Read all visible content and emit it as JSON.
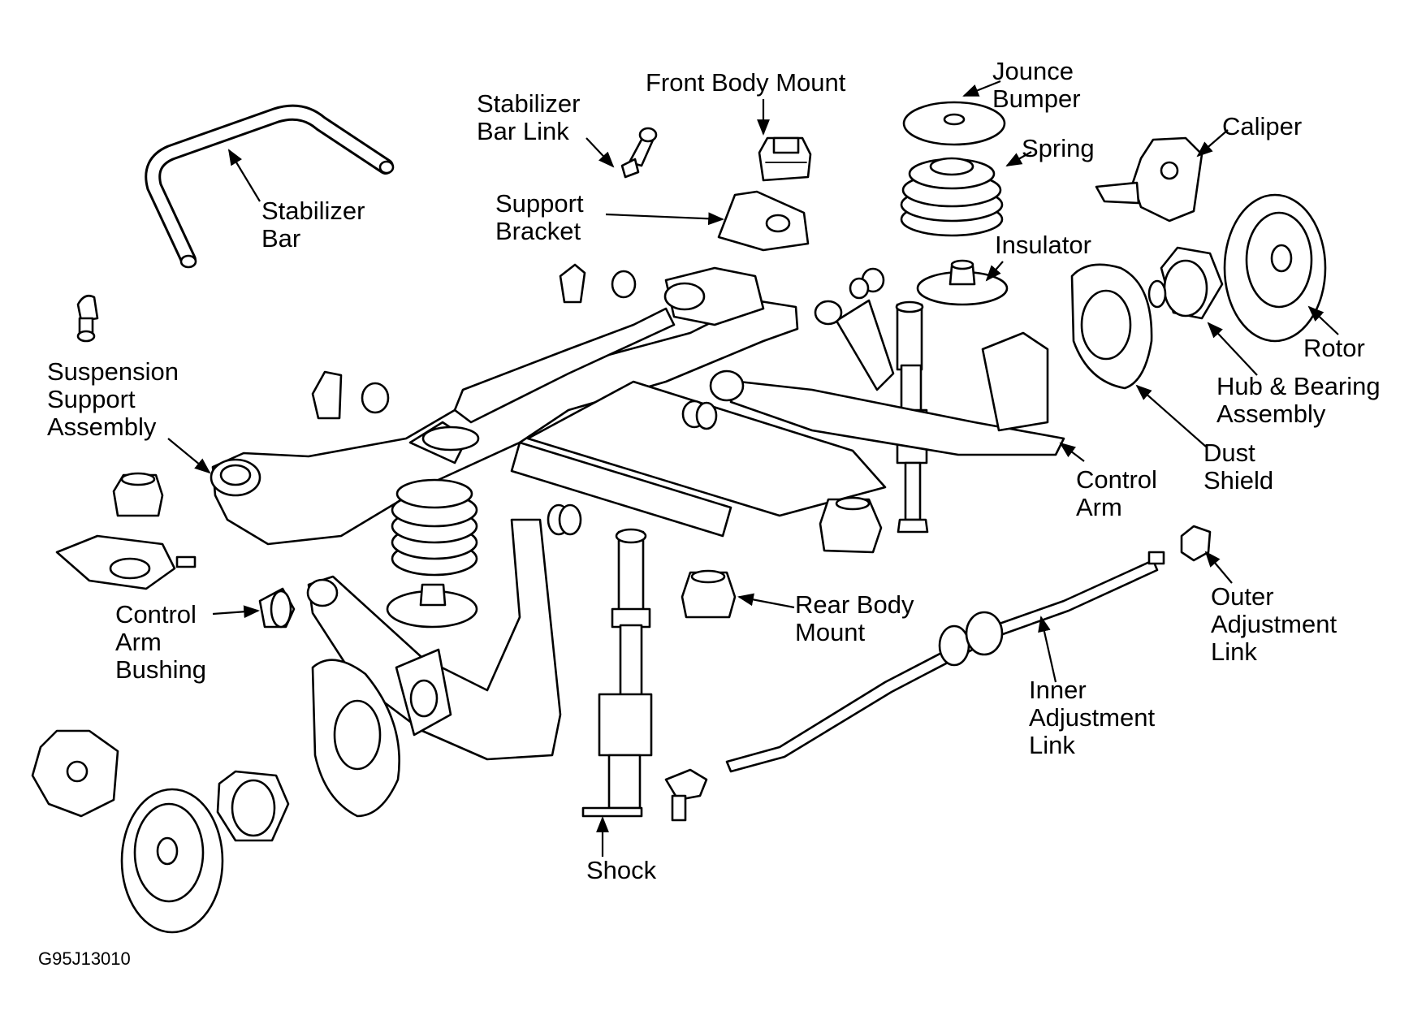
{
  "figure_code": "G95J13010",
  "labels": {
    "stabilizer_bar": [
      "Stabilizer",
      "Bar"
    ],
    "stabilizer_bar_link": [
      "Stabilizer",
      "Bar Link"
    ],
    "front_body_mount": [
      "Front Body Mount"
    ],
    "jounce_bumper": [
      "Jounce",
      "Bumper"
    ],
    "caliper": [
      "Caliper"
    ],
    "spring": [
      "Spring"
    ],
    "support_bracket": [
      "Support",
      "Bracket"
    ],
    "insulator": [
      "Insulator"
    ],
    "rotor": [
      "Rotor"
    ],
    "suspension_support_assembly": [
      "Suspension",
      "Support",
      "Assembly"
    ],
    "hub_bearing_assembly": [
      "Hub & Bearing",
      "Assembly"
    ],
    "dust_shield": [
      "Dust",
      "Shield"
    ],
    "control_arm_right": [
      "Control",
      "Arm"
    ],
    "control_arm_bushing": [
      "Control",
      "Arm",
      "Bushing"
    ],
    "rear_body_mount": [
      "Rear Body",
      "Mount"
    ],
    "outer_adjustment_link": [
      "Outer",
      "Adjustment",
      "Link"
    ],
    "inner_adjustment_link": [
      "Inner",
      "Adjustment",
      "Link"
    ],
    "shock": [
      "Shock"
    ]
  }
}
